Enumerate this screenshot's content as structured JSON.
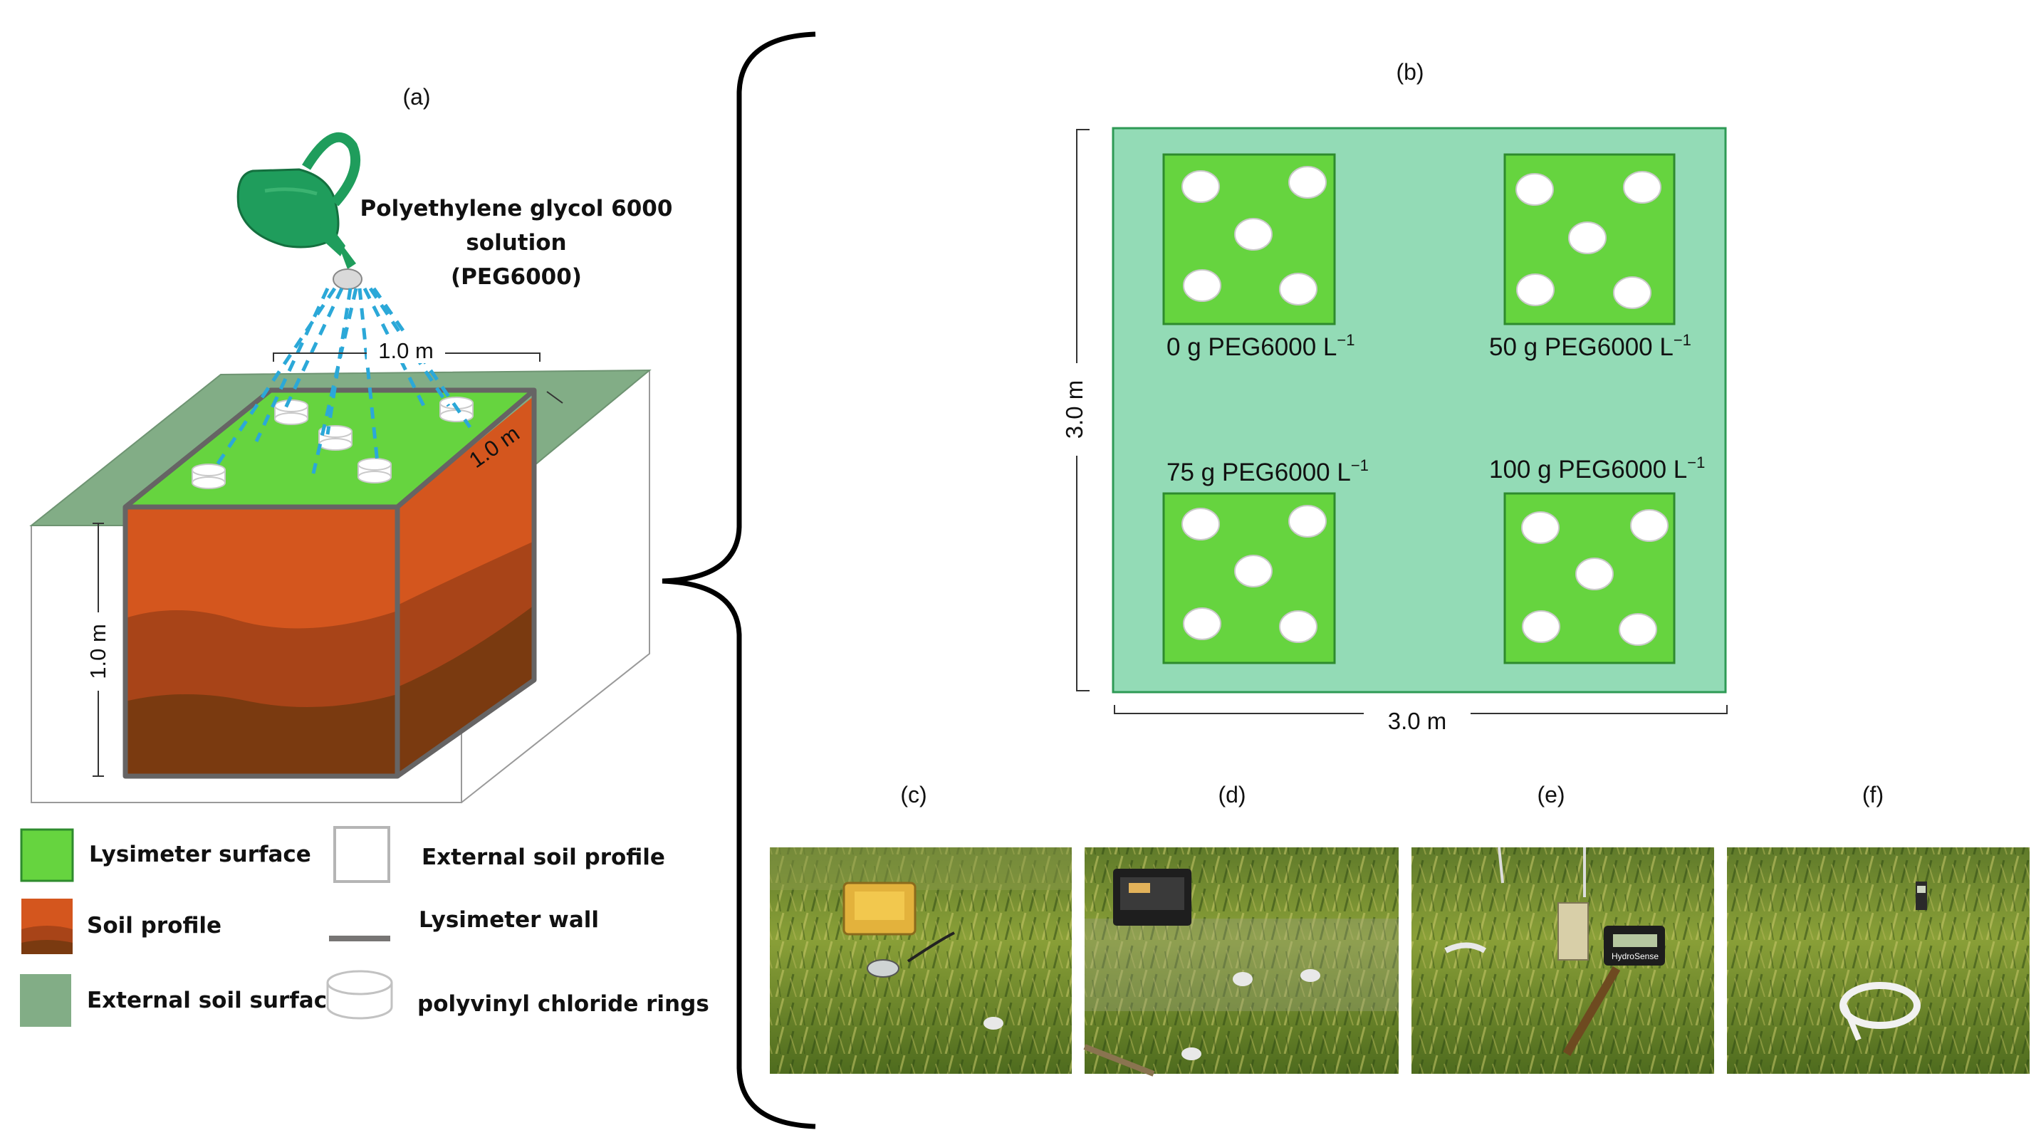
{
  "panels": {
    "a": {
      "label": "(a)",
      "solution_line1": "Polyethylene glycol 6000",
      "solution_line2": "solution",
      "solution_line3": "(PEG6000)",
      "dim_top": "1.0 m",
      "dim_side": "1.0 m",
      "dim_height": "1.0 m"
    },
    "b": {
      "label": "(b)",
      "dim_vertical": "3.0 m",
      "dim_horizontal": "3.0 m",
      "plots": [
        {
          "label_main": "0 g PEG6000 L",
          "label_sup": "−1"
        },
        {
          "label_main": "50 g PEG6000 L",
          "label_sup": "−1"
        },
        {
          "label_main": "75 g PEG6000 L",
          "label_sup": "−1"
        },
        {
          "label_main": "100 g PEG6000 L",
          "label_sup": "−1"
        }
      ]
    },
    "photos": [
      {
        "label": "(c)"
      },
      {
        "label": "(d)"
      },
      {
        "label": "(e)"
      },
      {
        "label": "(f)"
      }
    ],
    "photo_e_brand": "HydroSense"
  },
  "legend": [
    {
      "label": "Lysimeter surface",
      "icon": "green-square"
    },
    {
      "label": "External soil profile",
      "icon": "white-square"
    },
    {
      "label": "Soil profile",
      "icon": "soil-layers"
    },
    {
      "label": "Lysimeter wall",
      "icon": "gray-line"
    },
    {
      "label": "External soil surface",
      "icon": "sage-square"
    },
    {
      "label": "polyvinyl chloride  rings",
      "icon": "pvc-ring"
    }
  ],
  "colors": {
    "lysimeter_surface": "#66d43f",
    "soil_top": "#d4561e",
    "soil_mid": "#a84418",
    "soil_bottom": "#7a3a10",
    "external_surface": "#82ad86",
    "plot_background": "#93dbb6",
    "lysimeter_wall": "#666464",
    "watering_can": "#1f9d5c",
    "spray": "#2ba8d8"
  }
}
